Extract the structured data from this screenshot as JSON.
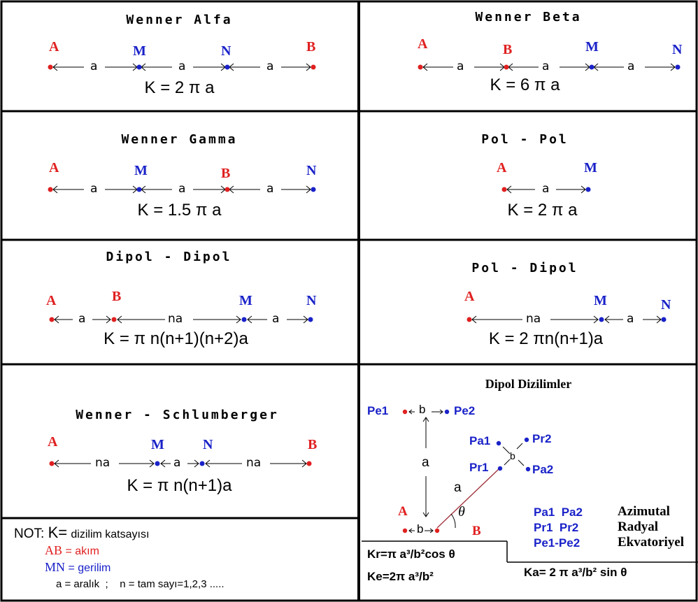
{
  "wenner_alfa": {
    "title": "Wenner  Alfa",
    "labels": [
      "A",
      "M",
      "N",
      "B"
    ],
    "spans": [
      "a",
      "a",
      "a"
    ],
    "formula": "K =  2 π  a"
  },
  "wenner_beta": {
    "title": "Wenner  Beta",
    "labels": [
      "A",
      "B",
      "M",
      "N"
    ],
    "spans": [
      "a",
      "a",
      "a"
    ],
    "formula": "K = 6 π  a"
  },
  "wenner_gamma": {
    "title": "Wenner Gamma",
    "labels": [
      "A",
      "M",
      "B",
      "N"
    ],
    "spans": [
      "a",
      "a",
      "a"
    ],
    "formula": "K = 1.5 π  a"
  },
  "pol_pol": {
    "title": "Pol - Pol",
    "labels": [
      "A",
      "M"
    ],
    "spans": [
      "a"
    ],
    "formula": "K =  2 π  a"
  },
  "dipol_dipol": {
    "title": "Dipol - Dipol",
    "labels": [
      "A",
      "B",
      "M",
      "N"
    ],
    "spans": [
      "a",
      "na",
      "a"
    ],
    "formula": "K = π n(n+1)(n+2)a"
  },
  "pol_dipol": {
    "title": "Pol  - Dipol",
    "labels": [
      "A",
      "M",
      "N"
    ],
    "spans": [
      "na",
      "a"
    ],
    "formula": "K = 2 πn(n+1)a"
  },
  "wenner_schlumberger": {
    "title": "Wenner - Schlumberger",
    "labels": [
      "A",
      "M",
      "N",
      "B"
    ],
    "spans": [
      "na",
      "a",
      "na"
    ],
    "formula": "K = π n(n+1)a"
  },
  "note": {
    "line1_prefix": "NOT:",
    "line1_k": "K=",
    "line1_text": "dizilim katsayısı",
    "ab": "AB",
    "ab_text": "= akım",
    "mn": "MN",
    "mn_text": "= gerilim",
    "a_line": "a = aralık  ;    n = tam sayı=1,2,3 ....."
  },
  "dipol_dizilimler": {
    "title": "Dipol Dizilimler",
    "pe1": "Pe1",
    "pe2": "Pe2",
    "b_label": "b",
    "pa1": "Pa1",
    "pr2": "Pr2",
    "pr1": "Pr1",
    "pa2": "Pa2",
    "a_label": "a",
    "theta": "θ",
    "A": "A",
    "B": "B",
    "legend": [
      {
        "codes": "Pa1  Pa2",
        "name": "Azimutal"
      },
      {
        "codes": "Pr1  Pr2",
        "name": "Radyal"
      },
      {
        "codes": "Pe1-Pe2",
        "name": "Ekvatoriyel"
      }
    ],
    "kr": "Kr=π a³/b²cos θ",
    "ke": "Ke=2π a³/b²",
    "ka": "Ka= 2 π a³/b² sin θ"
  },
  "colors": {
    "current": "#e02020",
    "potential": "#1a22c8",
    "border": "#000000"
  }
}
